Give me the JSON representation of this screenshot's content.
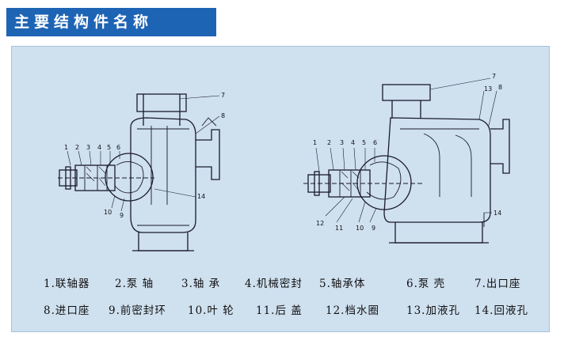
{
  "header": {
    "title": "主要结构件名称"
  },
  "callouts": {
    "left": [
      "1",
      "2",
      "3",
      "4",
      "5",
      "6",
      "7",
      "8",
      "9",
      "10",
      "14"
    ],
    "right": [
      "1",
      "2",
      "3",
      "4",
      "5",
      "6",
      "7",
      "8",
      "9",
      "10",
      "11",
      "12",
      "13",
      "14"
    ]
  },
  "legend": [
    "1.联轴器",
    "2.泵 轴",
    "3.轴 承",
    "4.机械密封",
    "5.轴承体",
    "6.泵 壳",
    "7.出口座",
    "8.进口座",
    "9.前密封环",
    "10.叶 轮",
    "11.后 盖",
    "12.档水圈",
    "13.加液孔",
    "14.回液孔"
  ],
  "colors": {
    "header_bg": "#1e64b4",
    "panel_bg": "#cfe0ef",
    "line": "#1a1a2a"
  }
}
